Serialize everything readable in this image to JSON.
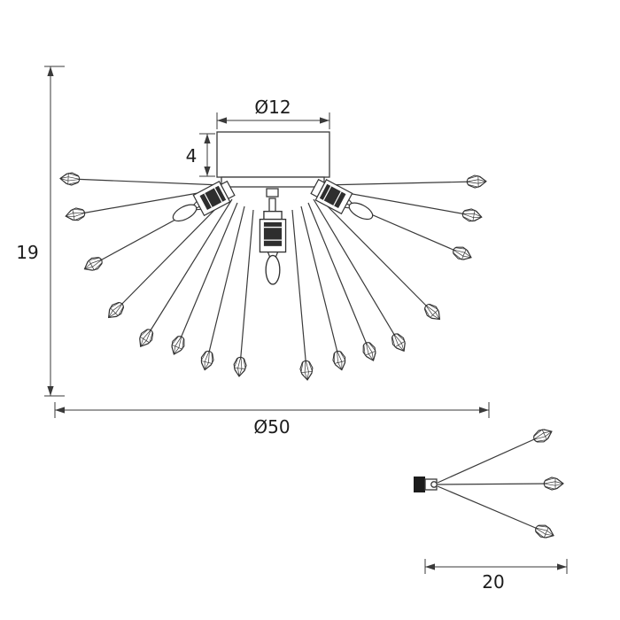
{
  "diagram": {
    "line_color": "#3a3a3a",
    "background": "#ffffff",
    "labels": {
      "canopy_diameter": "Ø12",
      "canopy_height": "4",
      "overall_height": "19",
      "overall_diameter": "Ø50",
      "detail_length": "20"
    }
  }
}
